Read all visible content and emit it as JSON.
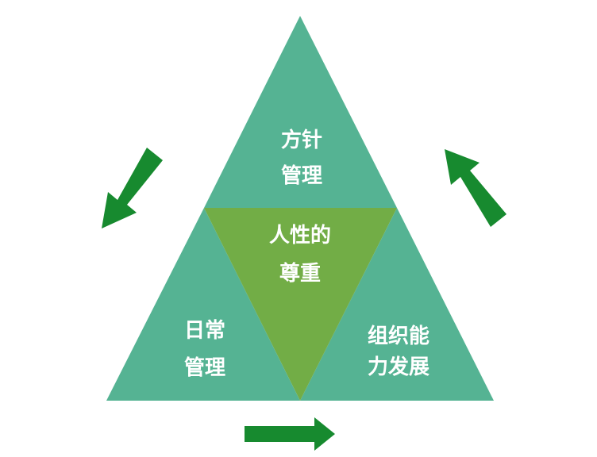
{
  "diagram": {
    "top": {
      "line1": "方针",
      "line2": "管理"
    },
    "center": {
      "line1": "人性的",
      "line2": "尊重"
    },
    "left": {
      "line1": "日常",
      "line2": "管理"
    },
    "right": {
      "line1": "组织能",
      "line2": "力发展"
    }
  },
  "colors": {
    "outer_triangle": "#55b393",
    "center_triangle": "#72ad46",
    "arrow": "#178a2f",
    "text": "#ffffff"
  },
  "icons": [
    "arrow-down-left-icon",
    "arrow-up-left-icon",
    "arrow-right-icon"
  ]
}
